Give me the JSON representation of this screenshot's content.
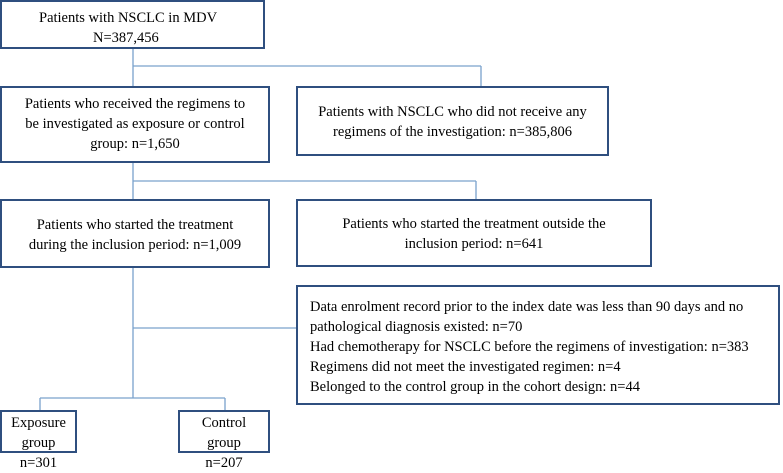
{
  "colors": {
    "box_border": "#2f4f7f",
    "connector": "#7aa2cc"
  },
  "boxes": {
    "mdv": {
      "lines": [
        "Patients with NSCLC in MDV",
        "N=387,456"
      ]
    },
    "received": {
      "lines": [
        "Patients who received the regimens to",
        "be investigated as exposure or control",
        "group: n=1,650"
      ]
    },
    "not_received": {
      "lines": [
        "Patients with NSCLC who did not receive any",
        "regimens of the investigation: n=385,806"
      ]
    },
    "started_in": {
      "lines": [
        "Patients who started the treatment",
        "during the inclusion period: n=1,009"
      ]
    },
    "started_out": {
      "lines": [
        "Patients who started the treatment outside the",
        "inclusion period: n=641"
      ]
    },
    "excluded": {
      "lines": [
        "Data enrolment record prior to the index date was less than 90 days and no",
        "pathological diagnosis existed: n=70",
        "Had chemotherapy for NSCLC before the regimens of investigation: n=383",
        "Regimens did not meet the investigated regimen: n=4",
        "Belonged to the control group in the cohort design: n=44"
      ]
    },
    "exposure": {
      "lines": [
        "Exposure",
        "group",
        "n=301"
      ]
    },
    "control": {
      "lines": [
        "Control",
        "group",
        "n=207"
      ]
    }
  }
}
